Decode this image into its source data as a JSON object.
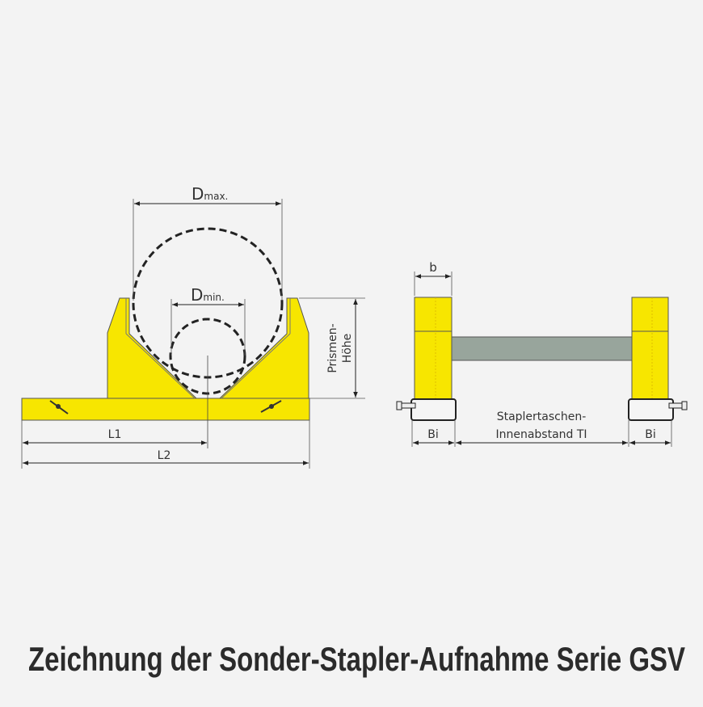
{
  "title": "Zeichnung der Sonder-Stapler-Aufnahme Serie GSV",
  "side_view": {
    "dmax": {
      "main": "D",
      "sub": "max."
    },
    "dmin": {
      "main": "D",
      "sub": "min."
    },
    "prism_height": [
      "Prismen-",
      "Höhe"
    ],
    "l1": "L1",
    "l2": "L2"
  },
  "top_view": {
    "b": "b",
    "bi_left": "Bi",
    "bi_right": "Bi",
    "ti": [
      "Staplertaschen-",
      "Innenabstand TI"
    ]
  },
  "colors": {
    "yellow": "#f7e600",
    "gray_bar": "#98a59c",
    "line": "#333333",
    "background": "#f3f3f3"
  }
}
